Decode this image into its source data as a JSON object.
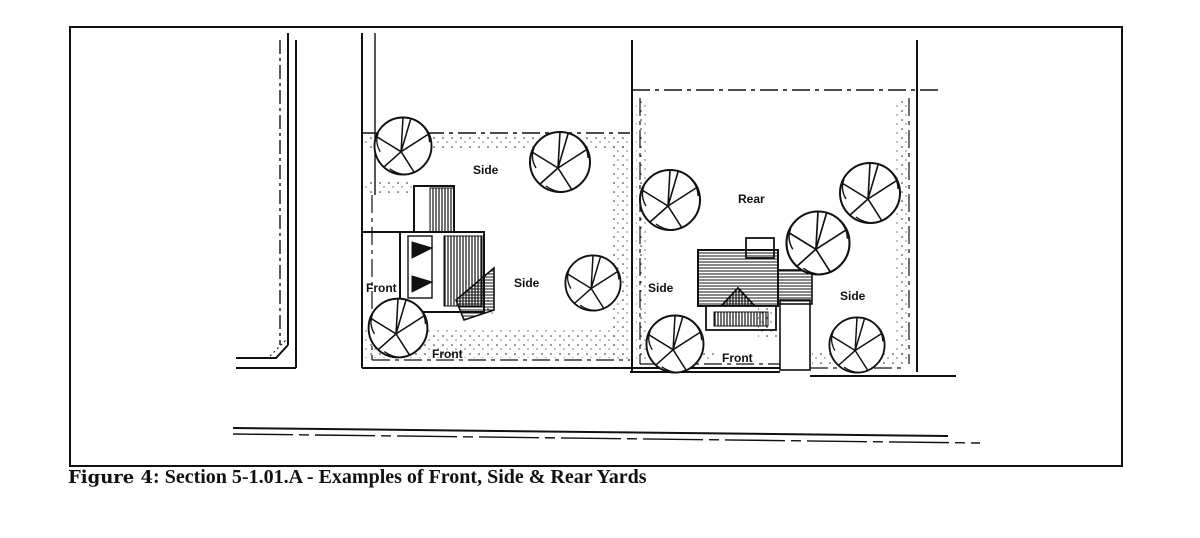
{
  "diagram": {
    "labels": {
      "side_upper": "Side",
      "side_middle": "Side",
      "front_left": "Front",
      "front_bottom": "Front",
      "rear": "Rear",
      "side_center": "Side",
      "side_right": "Side",
      "front_right": "Front"
    }
  },
  "caption": {
    "figure_word": "Figure 4",
    "text": ": Section 5-1.01.A - Examples of Front, Side & Rear Yards"
  }
}
